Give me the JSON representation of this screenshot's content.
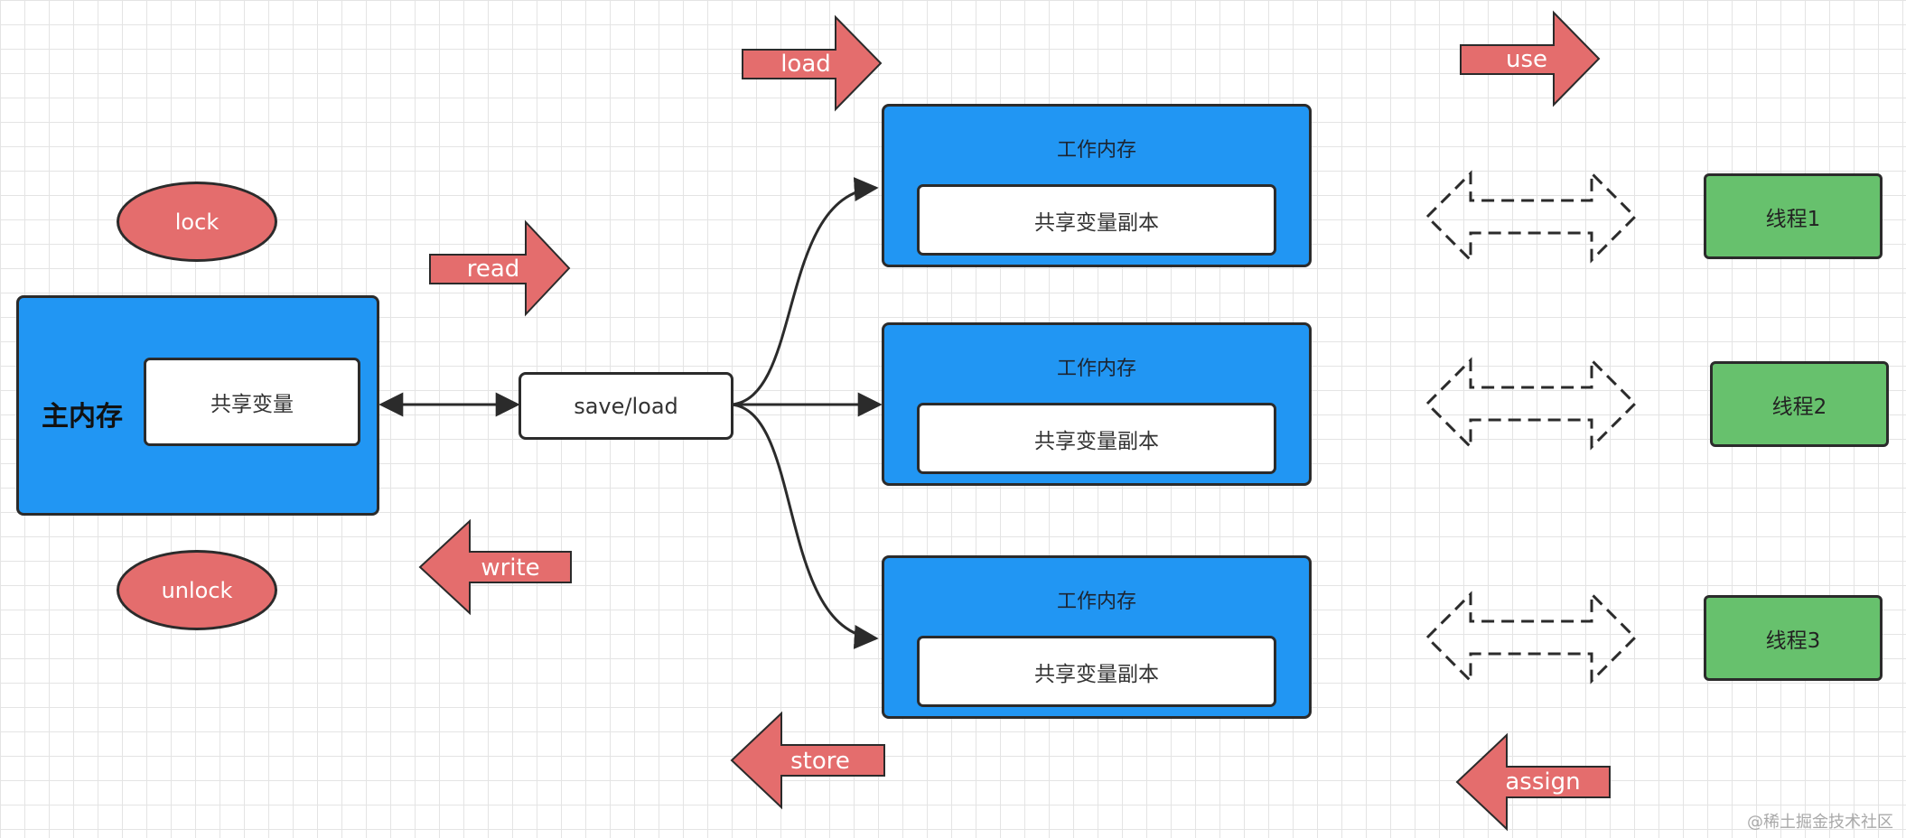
{
  "main_memory": {
    "title": "主内存",
    "variable": "共享变量"
  },
  "hub": {
    "label": "save/load"
  },
  "working_memories": [
    {
      "title": "工作内存",
      "copy": "共享变量副本"
    },
    {
      "title": "工作内存",
      "copy": "共享变量副本"
    },
    {
      "title": "工作内存",
      "copy": "共享变量副本"
    }
  ],
  "threads": [
    "线程1",
    "线程2",
    "线程3"
  ],
  "operations": {
    "lock": "lock",
    "unlock": "unlock",
    "read": "read",
    "write": "write",
    "load": "load",
    "store": "store",
    "use": "use",
    "assign": "assign"
  },
  "colors": {
    "memory_fill": "#2196f3",
    "thread_fill": "#67c16d",
    "operation_fill": "#e46d6d",
    "border": "#2b2b2b"
  },
  "watermark": "@稀土掘金技术社区"
}
